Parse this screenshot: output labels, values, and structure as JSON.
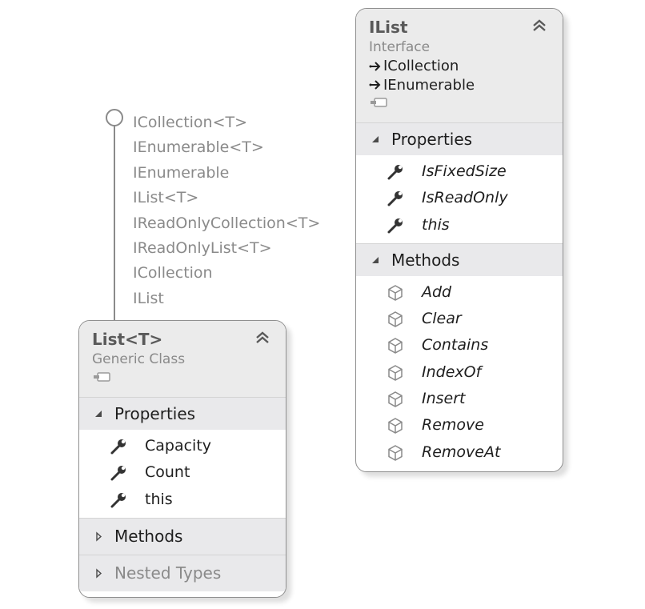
{
  "lollipop_interfaces": [
    "ICollection<T>",
    "IEnumerable<T>",
    "IEnumerable",
    "IList<T>",
    "IReadOnlyCollection<T>",
    "IReadOnlyList<T>",
    "ICollection",
    "IList"
  ],
  "ilist_shape": {
    "name": "IList",
    "kind": "Interface",
    "inherits": [
      "ICollection",
      "IEnumerable"
    ],
    "properties_label": "Properties",
    "properties": [
      "IsFixedSize",
      "IsReadOnly",
      "this"
    ],
    "methods_label": "Methods",
    "methods": [
      "Add",
      "Clear",
      "Contains",
      "IndexOf",
      "Insert",
      "Remove",
      "RemoveAt"
    ]
  },
  "list_shape": {
    "name": "List<T>",
    "kind": "Generic Class",
    "properties_label": "Properties",
    "properties": [
      "Capacity",
      "Count",
      "this"
    ],
    "methods_label": "Methods",
    "nested_label": "Nested Types"
  },
  "colors": {
    "header_bg": "#ebebeb",
    "section_bg": "#e9e9eb",
    "border": "#8f8f8f",
    "muted_text": "#8a8a8a"
  }
}
